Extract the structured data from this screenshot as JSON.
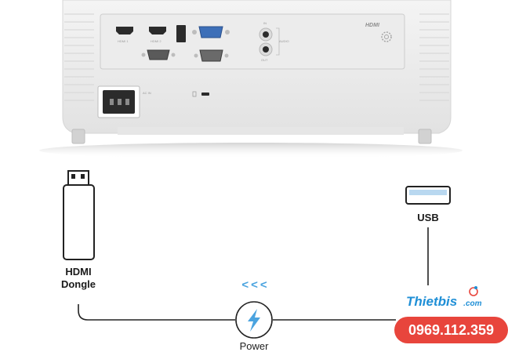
{
  "projector": {
    "port_labels": {
      "hdmi1": "HDMI 1",
      "hdmi2": "HDMI 2",
      "audio": "AUDIO",
      "audio_in": "IN",
      "audio_out": "OUT",
      "ac": "AC IN"
    },
    "logo_text": "HDMI"
  },
  "diagram": {
    "hdmi_dongle_label_line1": "HDMI",
    "hdmi_dongle_label_line2": "Dongle",
    "usb_label": "USB",
    "power_label": "Power",
    "chevrons": "<<<"
  },
  "watermark": {
    "brand": "Thietbis",
    "brand_suffix": ".com",
    "phone": "0969.112.359"
  },
  "colors": {
    "line": "#222222",
    "chevron_blue": "#4aa3df",
    "bolt_blue": "#4aa3df",
    "phone_bg": "#e8453c",
    "brand_blue": "#1f8fd6"
  }
}
